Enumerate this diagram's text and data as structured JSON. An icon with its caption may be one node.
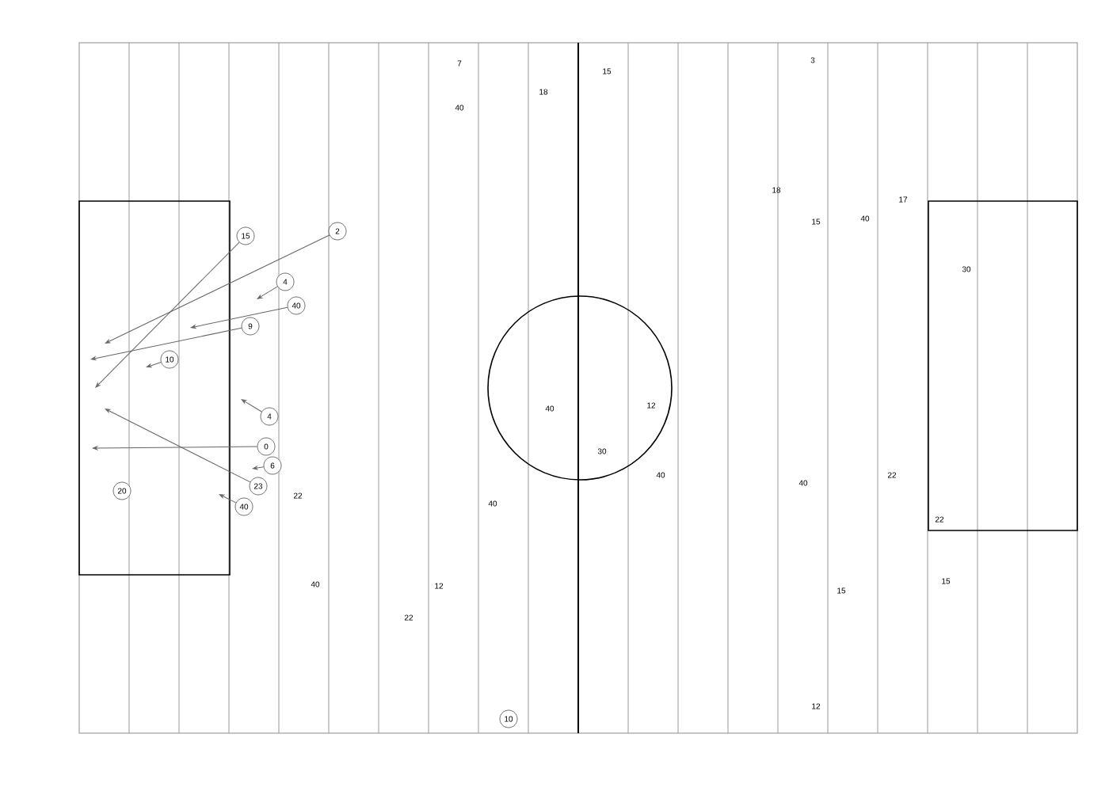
{
  "diagram": {
    "nodes": [
      {
        "text": [
          "15"
        ]
      },
      {
        "text": [
          "2"
        ]
      },
      {
        "text": [
          "4"
        ]
      },
      {
        "text": [
          "40"
        ]
      },
      {
        "text": [
          "9"
        ]
      },
      {
        "text": [
          "10"
        ]
      },
      {
        "text": [
          "4"
        ]
      },
      {
        "text": [
          "0"
        ]
      },
      {
        "text": [
          "6"
        ]
      },
      {
        "text": [
          "23"
        ]
      },
      {
        "text": [
          "40"
        ]
      },
      {
        "text": [
          "20"
        ]
      },
      {
        "text": [
          "10"
        ]
      }
    ],
    "edges": [
      {
        "from": 0,
        "to": null,
        "arrow": "to"
      },
      {
        "from": 1,
        "to": null,
        "arrow": "to"
      },
      {
        "from": 2,
        "to": null,
        "arrow": "to"
      },
      {
        "from": 3,
        "to": null,
        "arrow": "to"
      },
      {
        "from": 4,
        "to": null,
        "arrow": "to"
      },
      {
        "from": 5,
        "to": null,
        "arrow": "to"
      },
      {
        "from": 6,
        "to": null,
        "arrow": "to"
      },
      {
        "from": 7,
        "to": null,
        "arrow": "to"
      },
      {
        "from": 8,
        "to": null,
        "arrow": "to"
      },
      {
        "from": 9,
        "to": null,
        "arrow": "to"
      },
      {
        "from": 10,
        "to": null,
        "arrow": "to"
      }
    ],
    "labels": [
      "7",
      "18",
      "15",
      "3",
      "40",
      "18",
      "40",
      "17",
      "15",
      "30",
      "40",
      "12",
      "30",
      "40",
      "40",
      "22",
      "40",
      "22",
      "22",
      "40",
      "12",
      "22",
      "15",
      "15",
      "12"
    ]
  }
}
